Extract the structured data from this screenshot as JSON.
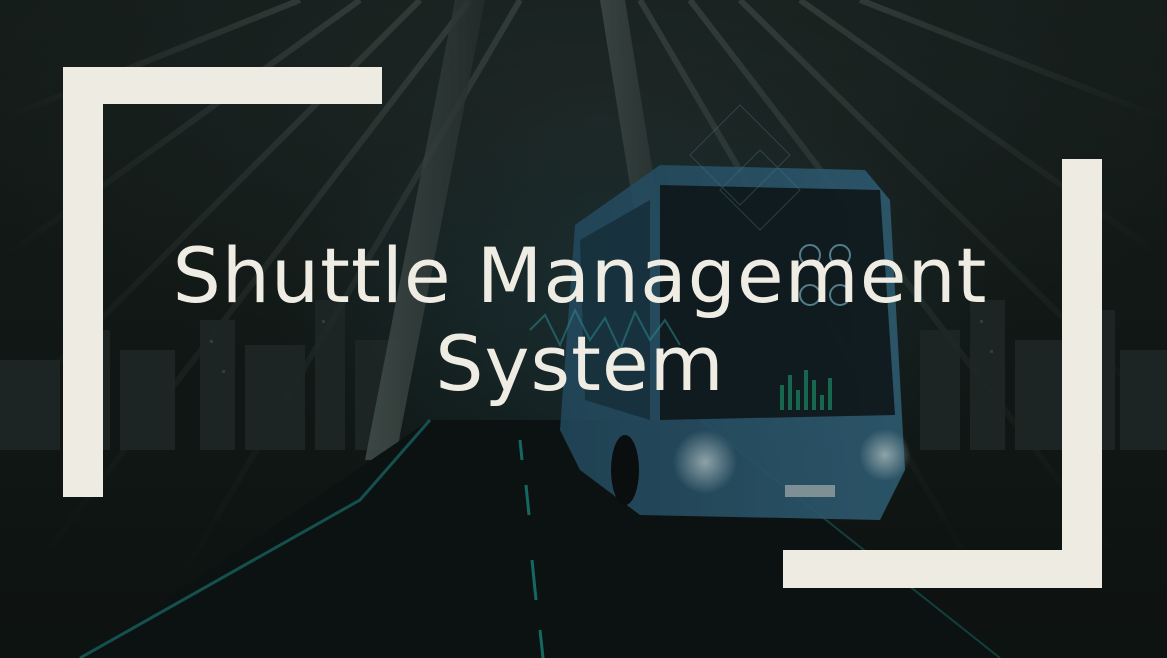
{
  "slide": {
    "title_line_1": "Shuttle Management",
    "title_line_2": "System"
  },
  "colors": {
    "background": "#141c19",
    "frame": "#eeebe3",
    "title_text": "#efece4",
    "accent_teal": "#1f8f8a"
  },
  "icons": {
    "background_image": "electric-bus-on-highway-image"
  }
}
